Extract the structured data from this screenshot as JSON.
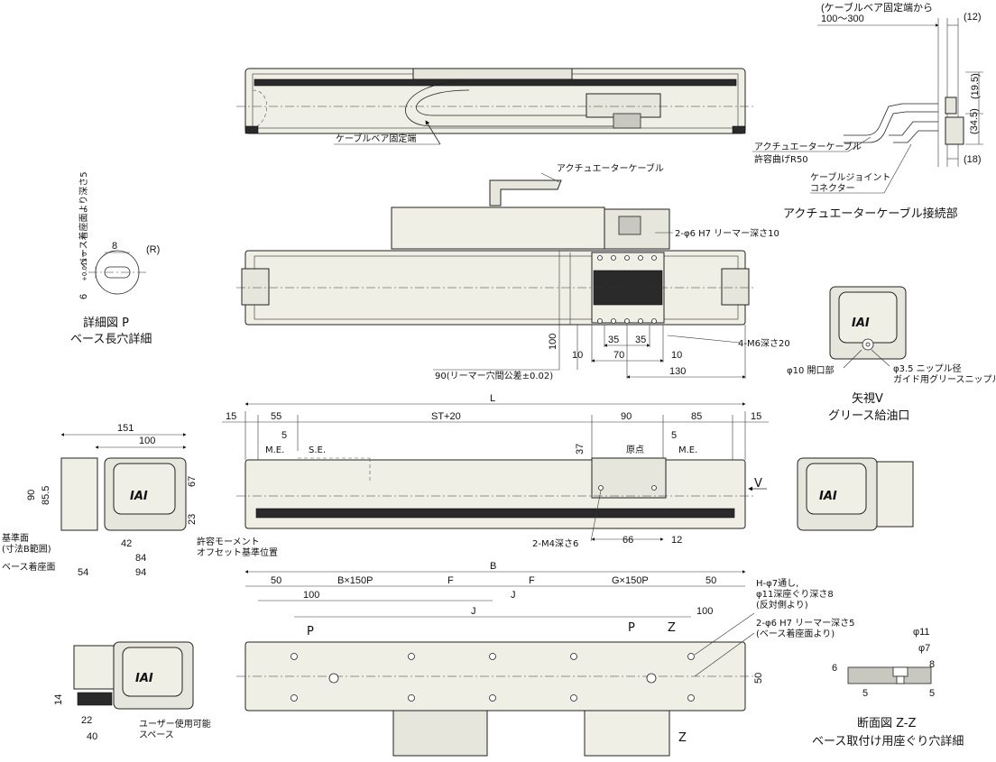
{
  "texts": {
    "cable_distance": "(ケーブルベア固定端から",
    "cable_range": "100～300",
    "d12": "(12)",
    "d195": "(19.5)",
    "d345": "(34.5)",
    "d18": "(18)",
    "bend_radius_1": "アクチュエーターケーブル",
    "bend_radius_2": "許容曲げR50",
    "joint_1": "ケーブルジョイント",
    "joint_2": "コネクター",
    "connect_title": "アクチュエーターケーブル接続部",
    "cable_fixed_end": "ケーブルベア固定端",
    "actuator_cable": "アクチュエーターケーブル",
    "reamer_top": "2-φ6 H7 リーマー深さ10",
    "m6": "4-M6深さ20",
    "reamer_tol": "90(リーマー穴間公差±0.02)",
    "d100v": "100",
    "d10a": "10",
    "d35a": "35",
    "d35b": "35",
    "d70": "70",
    "d10b": "10",
    "d130": "130",
    "detail_p_dim1": "6",
    "detail_p_tol": "+0.012 0",
    "detail_p_dim2": "ベース着座面より深さ5",
    "detail_p_8": "8",
    "detail_p_r": "(R)",
    "detail_p_title1": "詳細図 P",
    "detail_p_title2": "ベース長穴詳細",
    "grease_phi10": "φ10 開口部",
    "grease_phi35_1": "φ3.5 ニップル径",
    "grease_phi35_2": "ガイド用グリースニップル",
    "grease_title1": "矢視V",
    "grease_title2": "グリース給油口",
    "d151": "151",
    "d100h": "100",
    "d90": "90",
    "d855": "85.5",
    "d67": "67",
    "d23": "23",
    "d42": "42",
    "d84": "84",
    "d94": "94",
    "d54": "54",
    "ref_plane_1": "基準面",
    "ref_plane_2": "(寸法B範囲)",
    "base_seat": "ベース着座面",
    "moment_1": "許容モーメント",
    "moment_2": "オフセット基準位置",
    "dimL": "L",
    "d15a": "15",
    "d55": "55",
    "st20": "ST+20",
    "d90b": "90",
    "d85": "85",
    "d15b": "15",
    "d5a": "5",
    "me_a": "M.E.",
    "se": "S.E.",
    "d37": "37",
    "origin": "原点",
    "d5b": "5",
    "me_b": "M.E.",
    "arrowV": "V",
    "m4": "2-M4深さ6",
    "d66": "66",
    "d12b": "12",
    "dimB": "B",
    "d50a": "50",
    "b150p": "B×150P",
    "fa": "F",
    "fb": "F",
    "g150p": "G×150P",
    "d50b": "50",
    "d100c": "100",
    "ja": "J",
    "jb": "J",
    "d100d": "100",
    "hole_h_1": "H-φ7通し,",
    "hole_h_2": "φ11深座ぐり深さ8",
    "hole_h_3": "(反対側より)",
    "reamer_b_1": "2-φ6 H7 リーマー深さ5",
    "reamer_b_2": "(ベース着座面より)",
    "pa": "P",
    "pb": "P",
    "za": "Z",
    "zb": "Z",
    "d50v": "50",
    "d14": "14",
    "d22": "22",
    "d40": "40",
    "user_space_1": "ユーザー使用可能",
    "user_space_2": "スペース",
    "sec_phi11": "φ11",
    "sec_phi7": "φ7",
    "sec_6": "6",
    "sec_8": "8",
    "sec_5a": "5",
    "sec_5b": "5",
    "sec_title1": "断面図 Z-Z",
    "sec_title2": "ベース取付け用座ぐり穴詳細",
    "iai": "IAI"
  }
}
